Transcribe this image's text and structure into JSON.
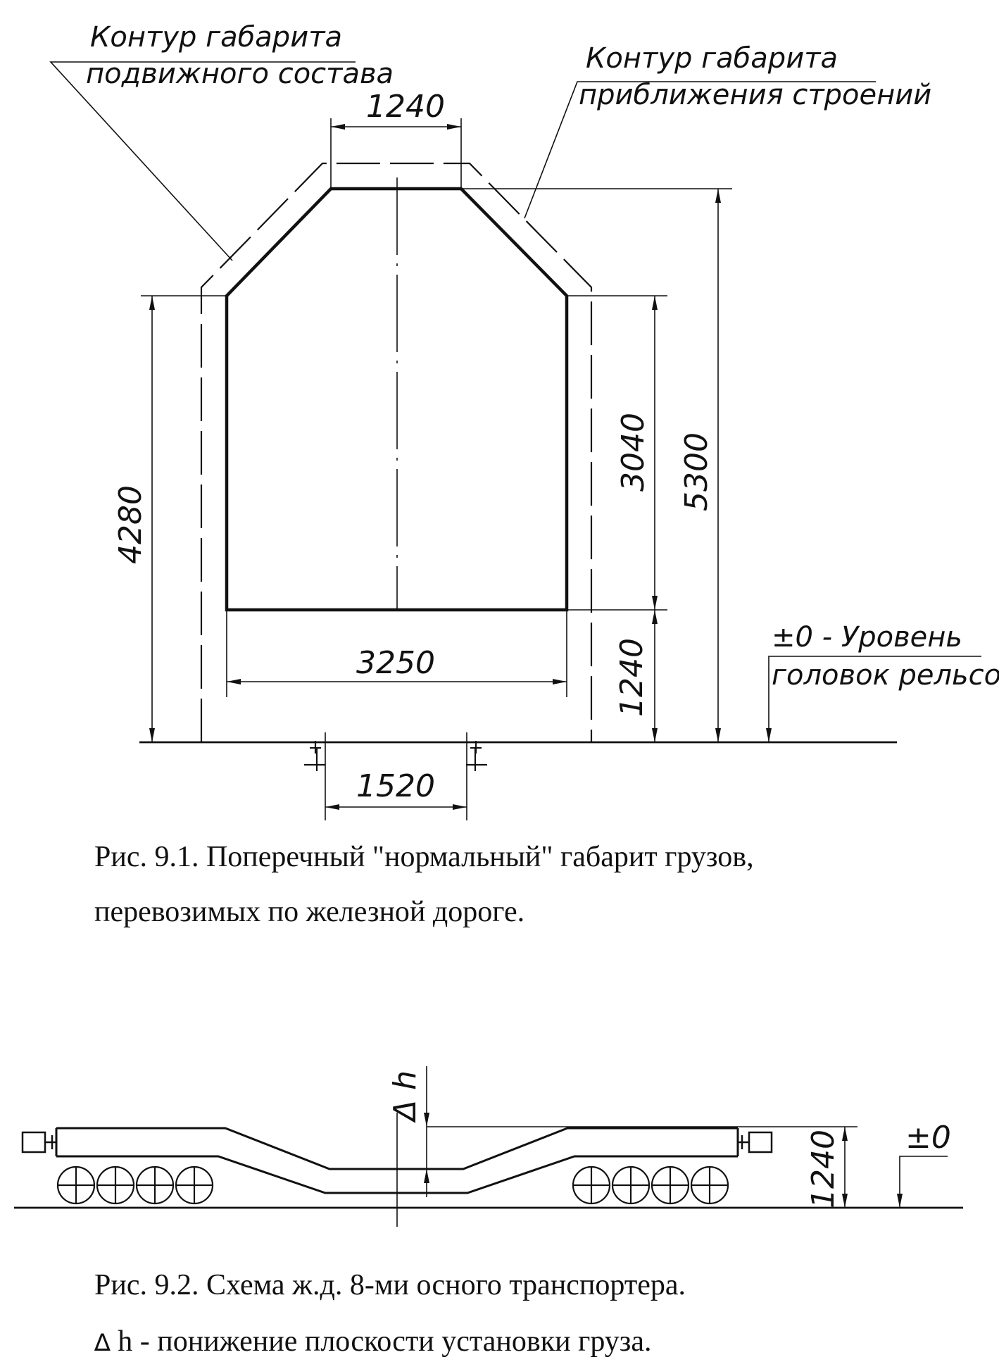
{
  "figure1": {
    "label_rolling_stock_line1": "Контур габарита",
    "label_rolling_stock_line2": "подвижного состава",
    "label_structures_line1": "Контур габарита",
    "label_structures_line2": "приближения строений",
    "dim_top_width": "1240",
    "dim_left_height": "4280",
    "dim_right_upper_height": "3040",
    "dim_total_height": "5300",
    "dim_base_width": "3250",
    "dim_right_lower_height": "1240",
    "dim_rail_gauge": "1520",
    "label_level_line1": "±0 - Уровень",
    "label_level_line2": "головок рельсов",
    "caption_line1": "Рис. 9.1. Поперечный \"нормальный\" габарит грузов,",
    "caption_line2": "перевозимых по железной дороге."
  },
  "figure2": {
    "dim_delta_h": "Δ h",
    "dim_height": "1240",
    "dim_zero": "±0",
    "axle_count": 8,
    "caption_line1": "Рис. 9.2. Схема ж.д. 8-ми осного транспортера.",
    "caption_line2_symbol": "∆",
    "caption_line2_text": " h - понижение плоскости установки груза."
  }
}
